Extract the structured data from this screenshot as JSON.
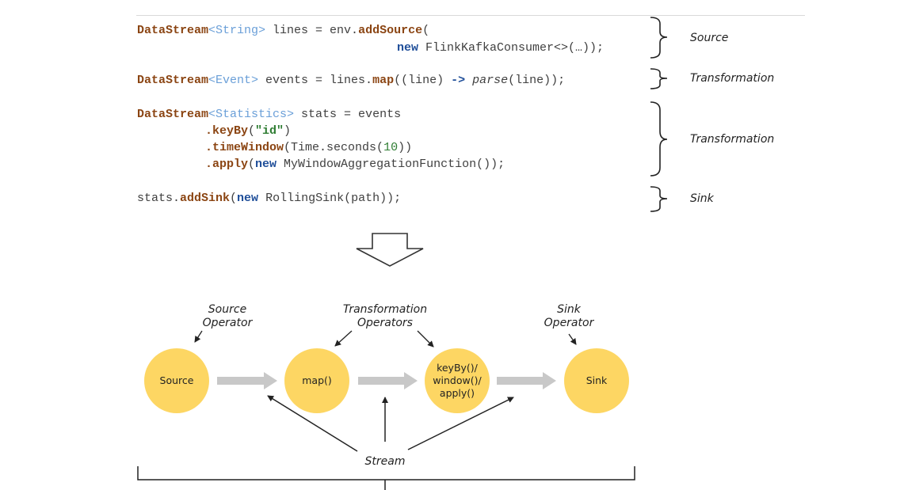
{
  "code": {
    "line1a": {
      "type": "DataStream",
      "generic": "<String>",
      "rest1": " lines = env.",
      "method": "addSource",
      "rest2": "("
    },
    "line1b": {
      "new": "new",
      "rest": " FlinkKafkaConsumer<>(…));"
    },
    "line2": {
      "type": "DataStream",
      "generic": "<Event>",
      "rest1": " events = lines.",
      "method": "map",
      "rest2": "((line) ",
      "arrow": "->",
      "space": " ",
      "italic": "parse",
      "rest3": "(line));"
    },
    "line3a": {
      "type": "DataStream",
      "generic": "<Statistics>",
      "rest": " stats = events"
    },
    "line3b": {
      "method": ".keyBy",
      "p1": "(",
      "str": "\"id\"",
      "p2": ")"
    },
    "line3c": {
      "method": ".timeWindow",
      "rest1": "(Time.seconds(",
      "num": "10",
      "rest2": "))"
    },
    "line3d": {
      "method": ".apply",
      "p1": "(",
      "new": "new",
      "rest": " MyWindowAggregationFunction());"
    },
    "line4": {
      "pre": "stats.",
      "method": "addSink",
      "p1": "(",
      "new": "new",
      "rest": " RollingSink(path));"
    }
  },
  "side_labels": {
    "source": "Source",
    "transformation1": "Transformation",
    "transformation2": "Transformation",
    "sink": "Sink"
  },
  "operator_labels": {
    "source_line1": "Source",
    "source_line2": "Operator",
    "transform_line1": "Transformation",
    "transform_line2": "Operators",
    "sink_line1": "Sink",
    "sink_line2": "Operator"
  },
  "nodes": {
    "source": "Source",
    "map": "map()",
    "keyby_line1": "keyBy()/",
    "keyby_line2": "window()/",
    "keyby_line3": "apply()",
    "sink": "Sink"
  },
  "stream_label": "Stream",
  "colors": {
    "node": "#fdd663",
    "flow_arrow": "#c8c8c8",
    "text": "#222222"
  }
}
